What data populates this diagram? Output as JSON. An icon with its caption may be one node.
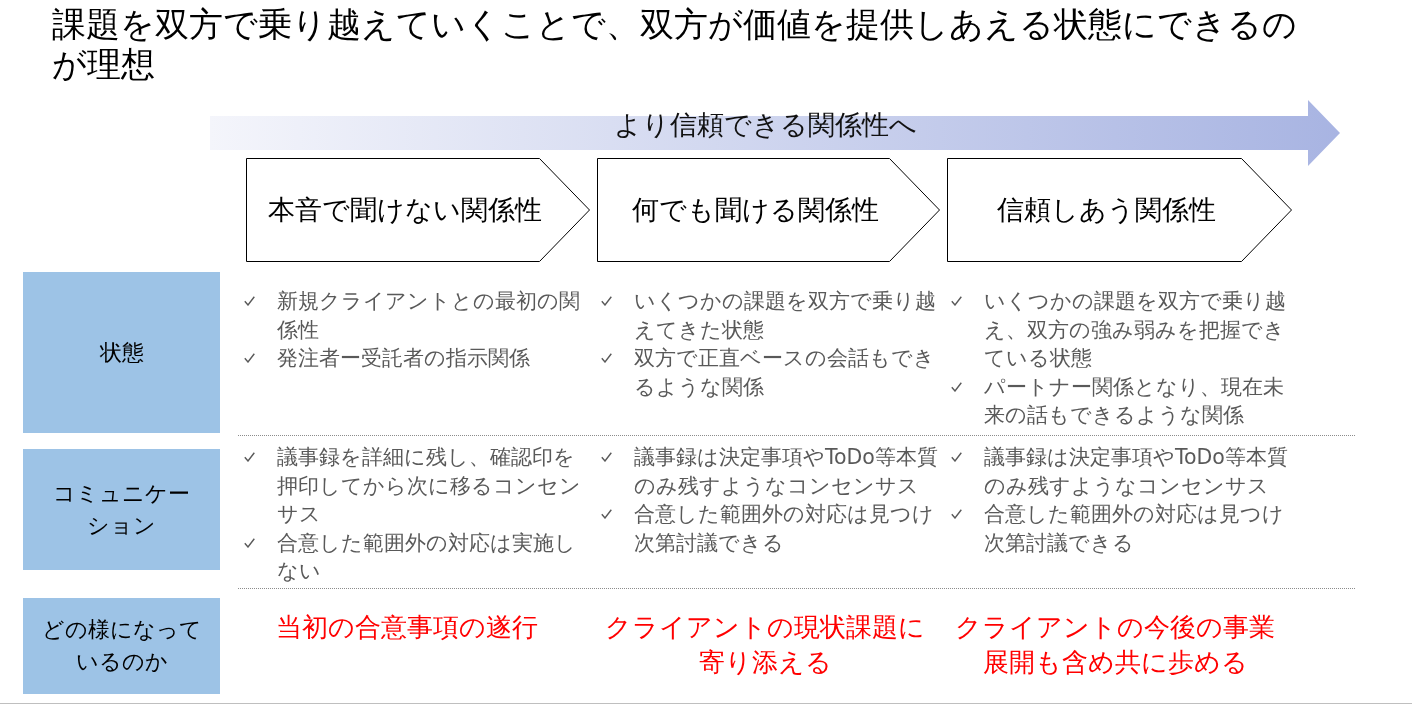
{
  "diagram": {
    "title": "課題を双方で乗り越えていくことで、双方が価値を提供しあえる状態にできるのが理想",
    "nodes": [
      {
        "text": [
          "より信頼できる関係性へ"
        ]
      },
      {
        "text": [
          "本音で聞けない関係性"
        ]
      },
      {
        "text": [
          "何でも聞ける関係性"
        ]
      },
      {
        "text": [
          "信頼しあう関係性"
        ]
      },
      {
        "text": [
          "状態"
        ]
      },
      {
        "text": [
          "コミュニケーション"
        ]
      },
      {
        "text": [
          "どの様になっているのか"
        ]
      }
    ],
    "edges": [],
    "labels": [
      "新規クライアントとの最初の関係性",
      "発注者ー受託者の指示関係",
      "いくつかの課題を双方で乗り越えてきた状態",
      "双方で正直ベースの会話もできるような関係",
      "いくつかの課題を双方で乗り越え、双方の強み弱みを把握できている状態",
      "パートナー関係となり、現在未来の話もできるような関係",
      "議事録を詳細に残し、確認印を押印してから次に移るコンセンサス",
      "合意した範囲外の対応は実施しない",
      "議事録は決定事項やToDo等本質のみ残すようなコンセンサス",
      "合意した範囲外の対応は見つけ次第討議できる",
      "議事録は決定事項やToDo等本質のみ残すようなコンセンサス",
      "合意した範囲外の対応は見つけ次第討議できる",
      "当初の合意事項の遂行",
      "クライアントの現状課題に寄り添える",
      "クライアントの今後の事業展開も含め共に歩める"
    ]
  }
}
